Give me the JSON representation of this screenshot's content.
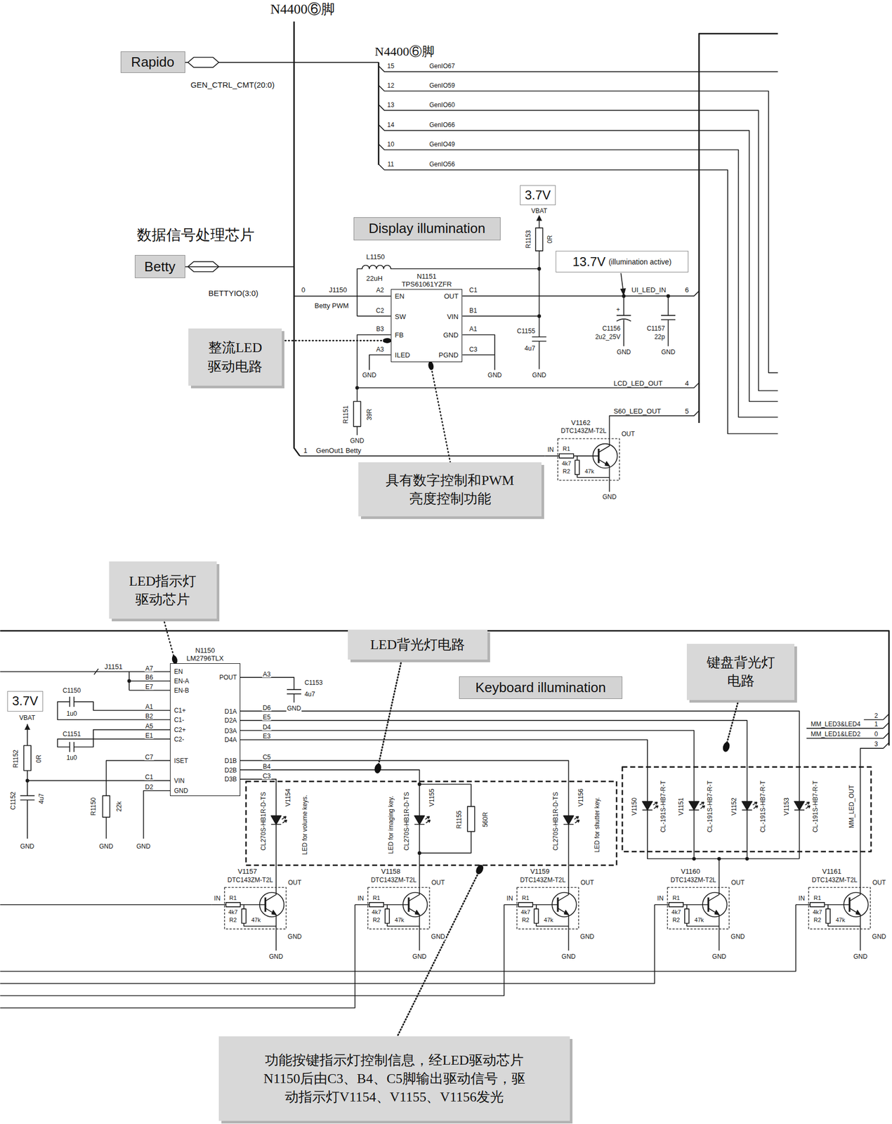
{
  "diagram": {
    "nodes": [
      {
        "text": [
          "Rapido"
        ]
      },
      {
        "text": [
          "Display illumination"
        ]
      },
      {
        "text": [
          "3.7V"
        ]
      },
      {
        "text": [
          "13.7V",
          "(illumination active)"
        ]
      },
      {
        "text": [
          "Betty"
        ]
      },
      {
        "text": [
          "N1151",
          "TPS61061YZFR"
        ]
      },
      {
        "text": [
          "整流LED 驱动电路"
        ]
      },
      {
        "text": [
          "具有数字控制和PWM 亮度控制功能"
        ]
      },
      {
        "text": [
          "LED指示灯 驱动芯片"
        ]
      },
      {
        "text": [
          "LED背光灯电路"
        ]
      },
      {
        "text": [
          "Keyboard illumination"
        ]
      },
      {
        "text": [
          "键盘背光灯 电路"
        ]
      },
      {
        "text": [
          "3.7V"
        ]
      },
      {
        "text": [
          "N1150",
          "LM2796TLX"
        ]
      },
      {
        "text": [
          "功能按键指示灯控制信息，经LED驱动芯片 N1150后由C3、B4、C5脚输出驱动信号，驱 动指示灯V1154、V1155、V1156发光"
        ]
      }
    ],
    "edges": [
      {
        "from": 4,
        "to": 5,
        "arrow": "none"
      },
      {
        "from": 6,
        "to": 5,
        "arrow": "to"
      },
      {
        "from": 7,
        "to": 5,
        "arrow": "to"
      },
      {
        "from": 8,
        "to": 13,
        "arrow": "to"
      }
    ],
    "labels": [
      "N4400⑥脚",
      "N4400⑥脚",
      "GEN_CTRL_CMT(20:0)",
      "15",
      "GenIO67",
      "12",
      "GenIO59",
      "13",
      "GenIO60",
      "14",
      "GenIO66",
      "10",
      "GenIO49",
      "11",
      "GenIO56",
      "数据信号处理芯片",
      "BETTYIO(3:0)",
      "L1150",
      "22uH",
      "VBAT",
      "R1153",
      "0R",
      "0",
      "J1150",
      "Betty PWM",
      "A2",
      "C2",
      "B3",
      "A3",
      "C1",
      "B1",
      "A1",
      "C3",
      "EN",
      "SW",
      "FB",
      "ILED",
      "OUT",
      "VIN",
      "GND",
      "PGND",
      "UI_LED_IN",
      "6",
      "+",
      "C1156",
      "2u2_25V",
      "C1157",
      "22p",
      "GND",
      "GND",
      "C1155",
      "4u7",
      "GND",
      "GND",
      "GND",
      "LCD_LED_OUT",
      "4",
      "R1151",
      "39R",
      "GND",
      "S60_LED_OUT",
      "5",
      "V1162",
      "DTC143ZM-T2L",
      "IN",
      "R1",
      "4k7",
      "R2",
      "47k",
      "OUT",
      "GND",
      "1",
      "GenOut1 Betty",
      "J1151",
      "A7",
      "B6",
      "E7",
      "A1",
      "B2",
      "A5",
      "E1",
      "C7",
      "C1",
      "D2",
      "EN",
      "EN-A",
      "EN-B",
      "C1+",
      "C1-",
      "C2+",
      "C2-",
      "ISET",
      "VIN",
      "GND",
      "POUT",
      "D1A",
      "D2A",
      "D3A",
      "D4A",
      "D1B",
      "D2B",
      "D3B",
      "A3",
      "D6",
      "E5",
      "D4",
      "E3",
      "C5",
      "B4",
      "C3",
      "C1153",
      "4u7",
      "GND",
      "C1150",
      "1u0",
      "C1151",
      "1u0",
      "VBAT",
      "R1152",
      "0R",
      "C1152",
      "4u7",
      "GND",
      "R1150",
      "22k",
      "GND",
      "GND",
      "MM_LED3&LED4",
      "MM_LED1&LED2",
      "2",
      "1",
      "0",
      "3",
      "CL270S-HB1R-D-TS",
      "V1154",
      "LED for volume keys.",
      "LED for imaging key.",
      "CL270S-HB1R-D-TS",
      "V1155",
      "R1155",
      "560R",
      "CL270S-HB1R-D-TS",
      "V1156",
      "LED for shutter key.",
      "V1150",
      "CL-191S-HB7-R-T",
      "V1151",
      "CL-191S-HB7-R-T",
      "V1152",
      "CL-191S-HB7-R-T",
      "V1153",
      "CL-191S-HB7-R-T",
      "MM_LED_OUT",
      "V1157",
      "DTC143ZM-T2L",
      "IN",
      "R1",
      "4k7",
      "R2",
      "47k",
      "OUT",
      "GND",
      "GND",
      "V1158",
      "DTC143ZM-T2L",
      "IN",
      "R1",
      "4k7",
      "R2",
      "47k",
      "OUT",
      "GND",
      "GND",
      "V1159",
      "DTC143ZM-T2L",
      "IN",
      "R1",
      "4k7",
      "R2",
      "47k",
      "OUT",
      "GND",
      "GND",
      "V1160",
      "DTC143ZM-T2L",
      "IN",
      "R1",
      "4k7",
      "R2",
      "47k",
      "OUT",
      "GND",
      "GND",
      "V1161",
      "DTC143ZM-T2L",
      "IN",
      "R1",
      "4k7",
      "R2",
      "47k",
      "OUT",
      "GND",
      "GND"
    ]
  }
}
